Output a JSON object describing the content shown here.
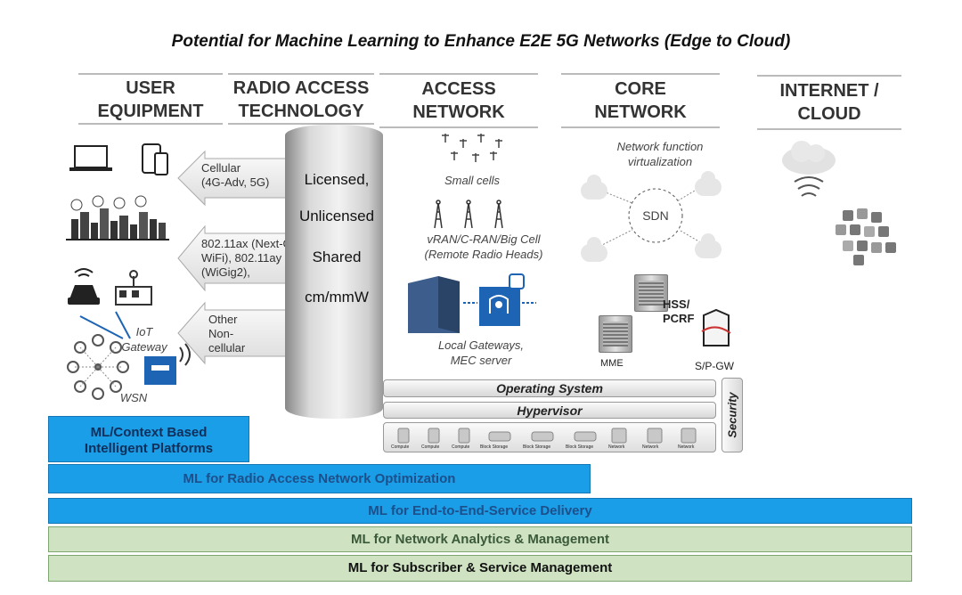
{
  "title": "Potential for Machine Learning to Enhance E2E 5G Networks (Edge to Cloud)",
  "headers": {
    "ue": [
      "USER",
      "EQUIPMENT"
    ],
    "rat": [
      "RADIO ACCESS",
      "TECHNOLOGY"
    ],
    "access": [
      "ACCESS",
      "NETWORK"
    ],
    "core": [
      "CORE",
      "NETWORK"
    ],
    "cloud": [
      "INTERNET /",
      "CLOUD"
    ]
  },
  "arrows": {
    "cellular": [
      "Cellular",
      "(4G-Adv, 5G)"
    ],
    "wifi": [
      "802.11ax (Next-G",
      "WiFi), 802.11ay",
      "(WiGig2),"
    ],
    "other": [
      "Other",
      "Non-",
      "cellular"
    ]
  },
  "spectrum": [
    "Licensed,",
    "Unlicensed",
    "Shared",
    "cm/mmW"
  ],
  "iot_gateway": [
    "IoT",
    "Gateway"
  ],
  "wsn": "WSN",
  "access": {
    "small_cells": "Small cells",
    "vran": [
      "vRAN/C-RAN/Big Cell",
      "(Remote Radio Heads)"
    ],
    "local_gw": [
      "Local Gateways,",
      "MEC server"
    ]
  },
  "core": {
    "nfv": [
      "Network function",
      "virtualization"
    ],
    "sdn": "SDN",
    "hss": [
      "HSS/",
      "PCRF"
    ],
    "mme": "MME",
    "spgw": "S/P-GW"
  },
  "stack": {
    "os": "Operating System",
    "hypervisor": "Hypervisor",
    "security": "Security",
    "resources": [
      "Compute",
      "Compute",
      "Compute",
      "Block Storage",
      "Block Storage",
      "Block Storage",
      "Network",
      "Network",
      "Network"
    ]
  },
  "bands": {
    "platforms": [
      "ML/Context Based",
      "Intelligent Platforms"
    ],
    "ran_opt": "ML for Radio Access Network Optimization",
    "e2e": "ML for End-to-End-Service Delivery",
    "analytics": "ML for Network Analytics & Management",
    "subscriber": "ML for Subscriber & Service Management"
  },
  "colors": {
    "ml_blue": "#1a9ee8",
    "ml_green": "#cfe3c2",
    "device_blue": "#1e64b4"
  }
}
